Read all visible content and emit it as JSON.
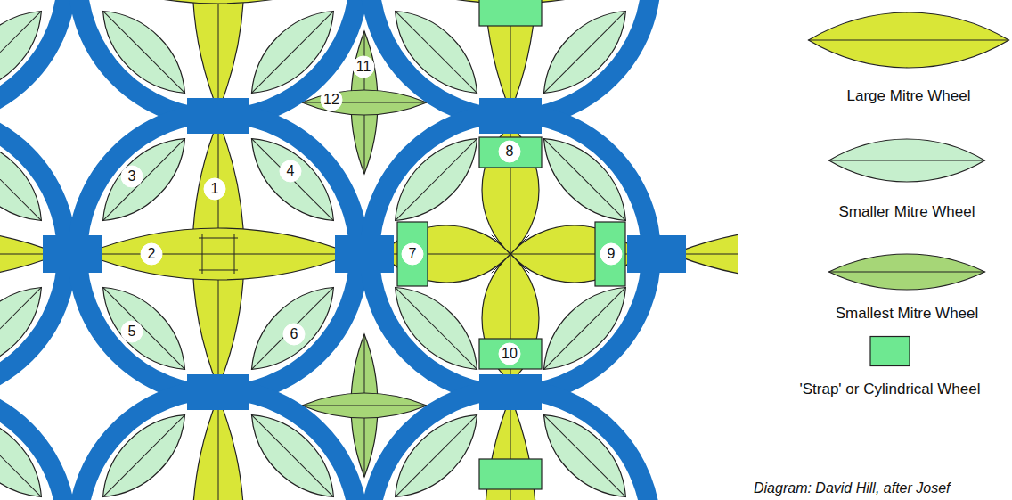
{
  "diagram": {
    "caption": "Diagram: David Hill, after Josef",
    "labels": [
      "1",
      "2",
      "3",
      "4",
      "5",
      "6",
      "7",
      "8",
      "9",
      "10",
      "11",
      "12"
    ],
    "legend": [
      {
        "text": "Large Mitre Wheel"
      },
      {
        "text": "Smaller Mitre Wheel"
      },
      {
        "text": "Smallest Mitre Wheel"
      },
      {
        "text": "'Strap' or Cylindrical Wheel",
        "color": "#6ee891"
      }
    ]
  }
}
